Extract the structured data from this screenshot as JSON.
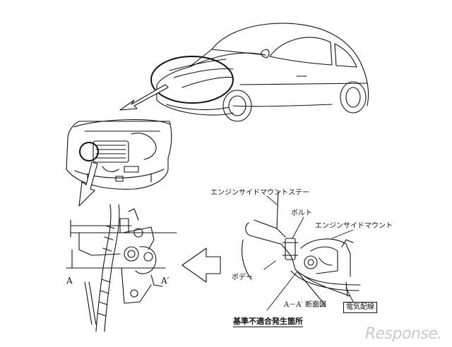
{
  "labels": {
    "stay": "エンジンサイドマウントステー",
    "bolt": "ボルト",
    "mount": "エンジンサイドマウント",
    "body": "ボデー",
    "section": "A－A′ 断面図",
    "wiring": "電気配線",
    "defect": "基準不適合発生箇所",
    "a_left": "A",
    "a_right": "A′"
  },
  "watermark": "Response."
}
